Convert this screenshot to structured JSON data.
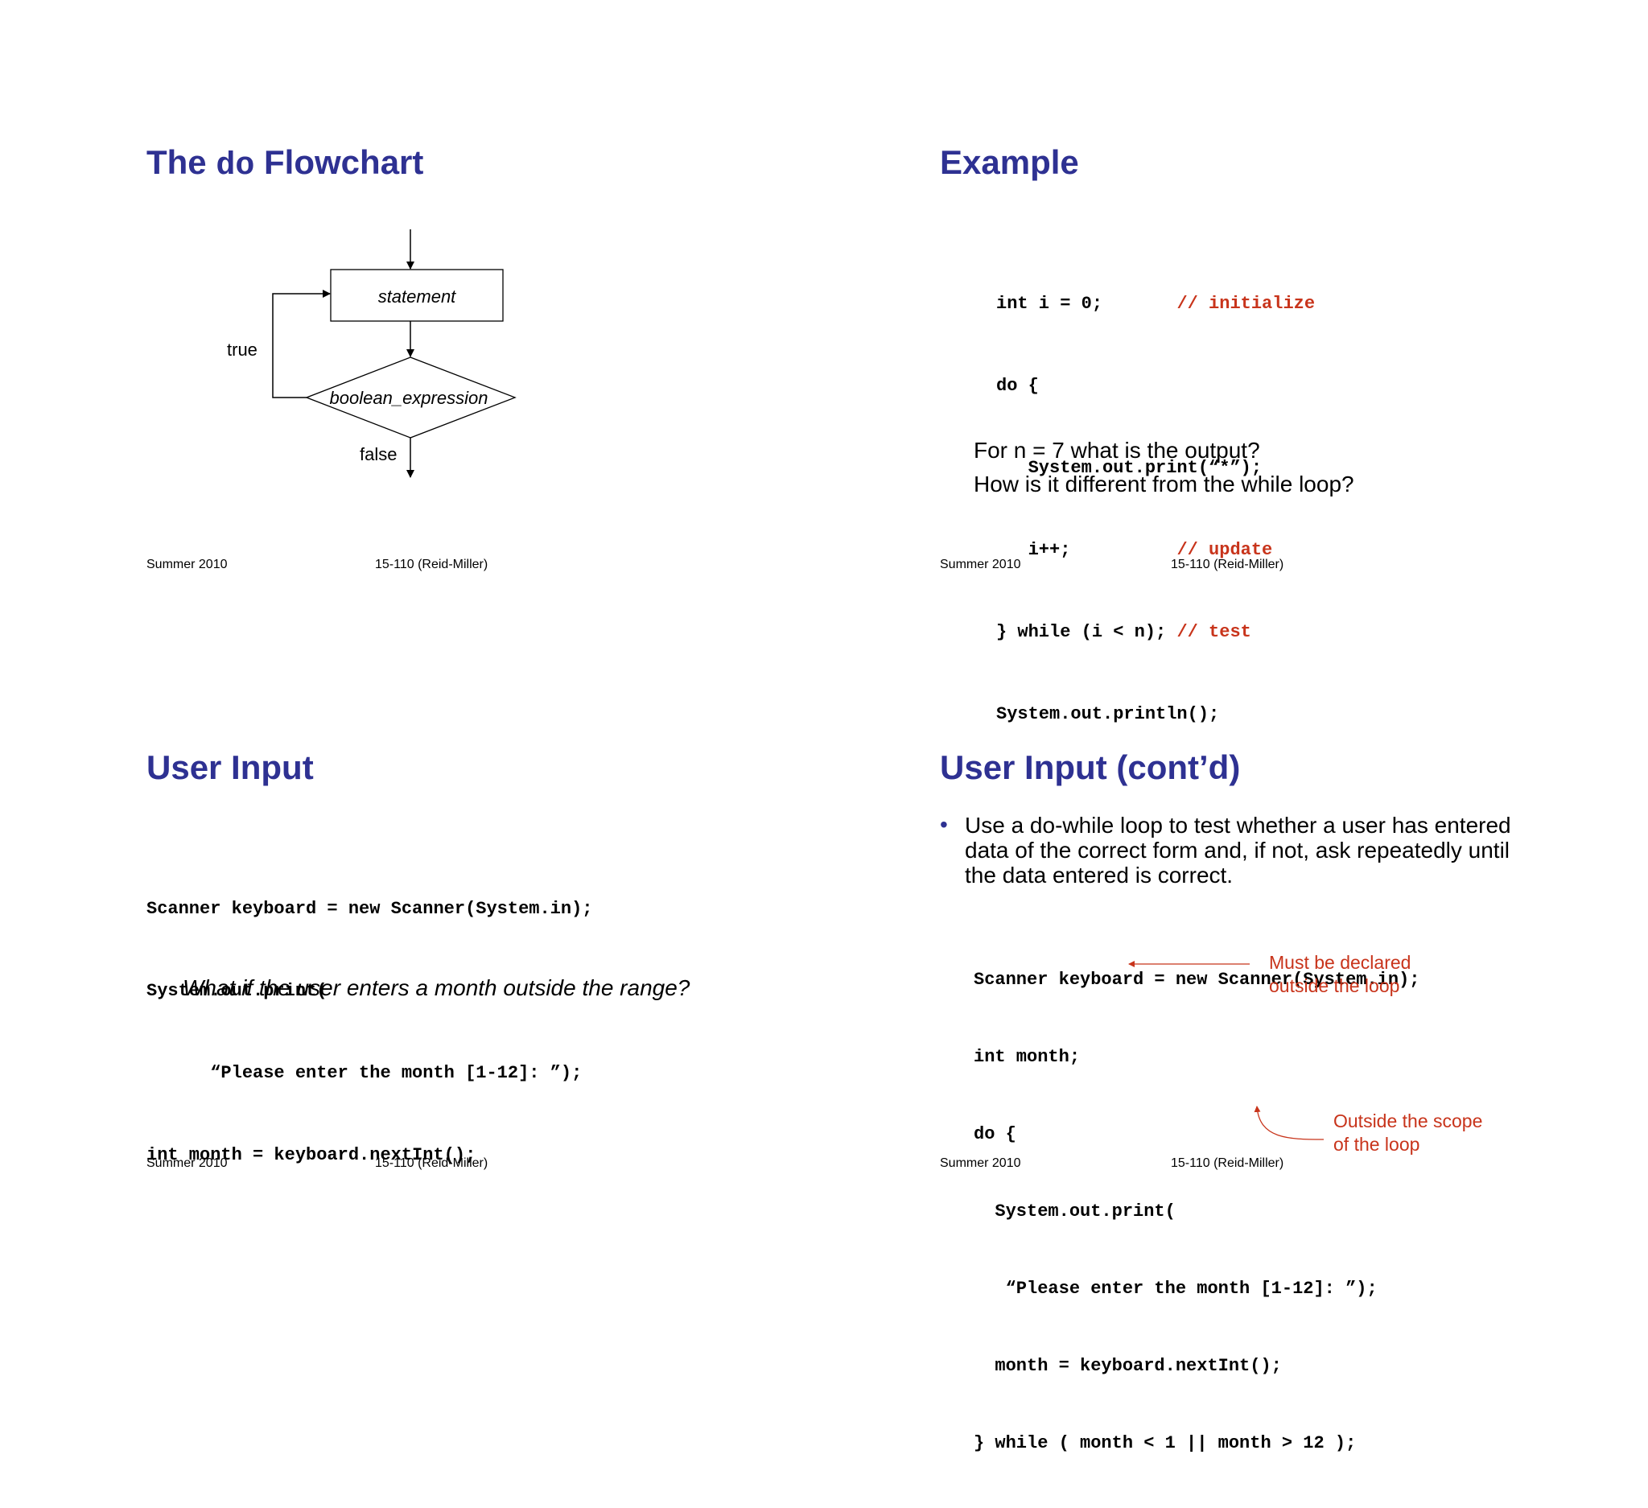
{
  "slide1": {
    "title_prefix": "The ",
    "title_keyword": "do",
    "title_suffix": " Flowchart",
    "flowchart": {
      "statement": "statement",
      "condition": "boolean_expression",
      "true_label": "true",
      "false_label": "false"
    },
    "footer_left": "Summer 2010",
    "footer_center": "15-110 (Reid-Miller)"
  },
  "slide2": {
    "title": "Example",
    "code": {
      "l1": "int i = 0;       ",
      "l1c": "// initialize",
      "l2": "do {",
      "l3": "   System.out.print(“*”);",
      "l4": "   i++;          ",
      "l4c": "// update",
      "l5": "} while (i < n); ",
      "l5c": "// test",
      "l6": "System.out.println();"
    },
    "question1": "For n = 7 what is the output?",
    "question2": "How is it different from the while loop?",
    "footer_left": "Summer 2010",
    "footer_center": "15-110 (Reid-Miller)"
  },
  "slide3": {
    "title": "User Input",
    "code": {
      "l1": "Scanner keyboard = new Scanner(System.in);",
      "l2": "System.out.print(",
      "l3": "      “Please enter the month [1-12]: ”);",
      "l4": "int month = keyboard.nextInt();"
    },
    "question": "What if the user enters a month outside the range?",
    "footer_left": "Summer 2010",
    "footer_center": "15-110 (Reid-Miller)"
  },
  "slide4": {
    "title": "User Input (cont’d)",
    "bullet_lines": [
      "Use a do-while loop to test whether a user has entered",
      "data of the correct form and, if not, ask repeatedly until",
      "the data entered is correct."
    ],
    "code": {
      "l1": "Scanner keyboard = new Scanner(System.in);",
      "l2": "int month;",
      "l3": "do {",
      "l4": "  System.out.print(",
      "l5": "   “Please enter the month [1-12]: ”);",
      "l6": "  month = keyboard.nextInt();",
      "l7": "} while ( month < 1 || month > 12 );"
    },
    "note1_line1": "Must  be declared",
    "note1_line2": "outside the loop",
    "note2_line1": "Outside the scope",
    "note2_line2": "of the loop",
    "footer_left": "Summer 2010",
    "footer_center": "15-110 (Reid-Miller)"
  }
}
